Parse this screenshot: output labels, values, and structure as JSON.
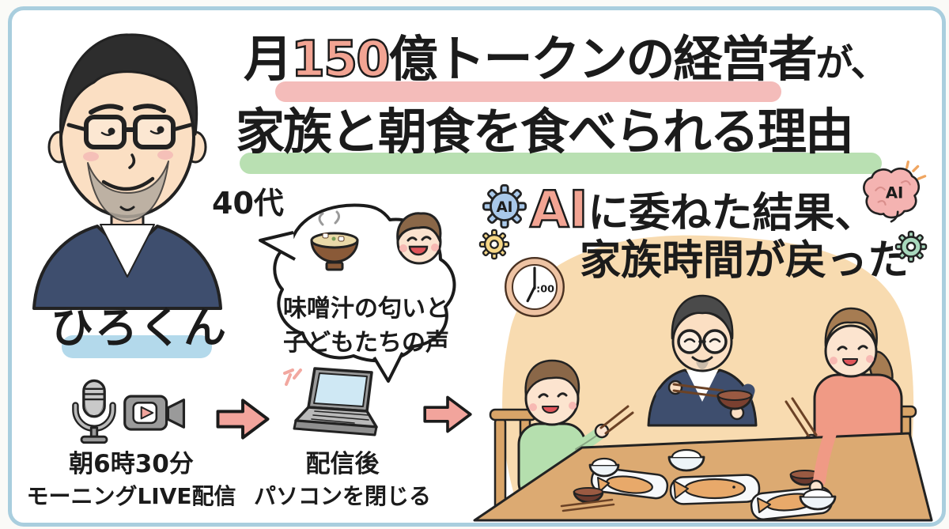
{
  "frame": {
    "border_color": "#a9cede",
    "canvas_background": "#ffffff"
  },
  "title": {
    "line1_prefix": "月",
    "line1_number": "150",
    "line1_suffix": "億トークンの経営者",
    "line1_end": "が、",
    "line2": "家族と朝食を食べられる理由",
    "number_color": "#f2a493",
    "line1_highlight_color": "#f4bcba",
    "line2_highlight_color": "#b9e0b2"
  },
  "person": {
    "name": "ひろくん",
    "age": "40代",
    "name_highlight_color": "#b3d9eb",
    "portrait_icon": "man-portrait"
  },
  "speech_bubble": {
    "line1": "味噌汁の匂いと",
    "line2": "子どもたちの声",
    "icons": [
      "miso-soup-bowl",
      "child-face"
    ]
  },
  "ai_headline": {
    "accent": "AI",
    "line1_rest": "に委ねた結果、",
    "line2": "家族時間が戻った",
    "accent_color": "#f2a493",
    "ai_gear_label": "AI",
    "ai_brain_label": "AI",
    "gear_blue": "#a9c8e9",
    "gear_yellow": "#f6d787",
    "gear_green": "#a8d8bd",
    "brain_pink": "#f4b3b1"
  },
  "clock": {
    "minutes_label": ":00",
    "depicted_time": "7:00"
  },
  "steps": [
    {
      "line1": "朝6時30分",
      "line2": "モーニングLIVE配信",
      "icons": [
        "microphone",
        "video-camera"
      ]
    },
    {
      "line1": "配信後",
      "line2": "パソコンを閉じる",
      "icons": [
        "laptop"
      ]
    }
  ],
  "arrows": {
    "color": "#f2a49c"
  },
  "family_scene": {
    "background_color": "#f8dbb0",
    "table_color": "#dcaa72",
    "icons": [
      "child-eating",
      "father-eating",
      "mother-eating",
      "breakfast-table",
      "grilled-fish-plate",
      "rice-bowl",
      "miso-soup-bowl"
    ]
  }
}
